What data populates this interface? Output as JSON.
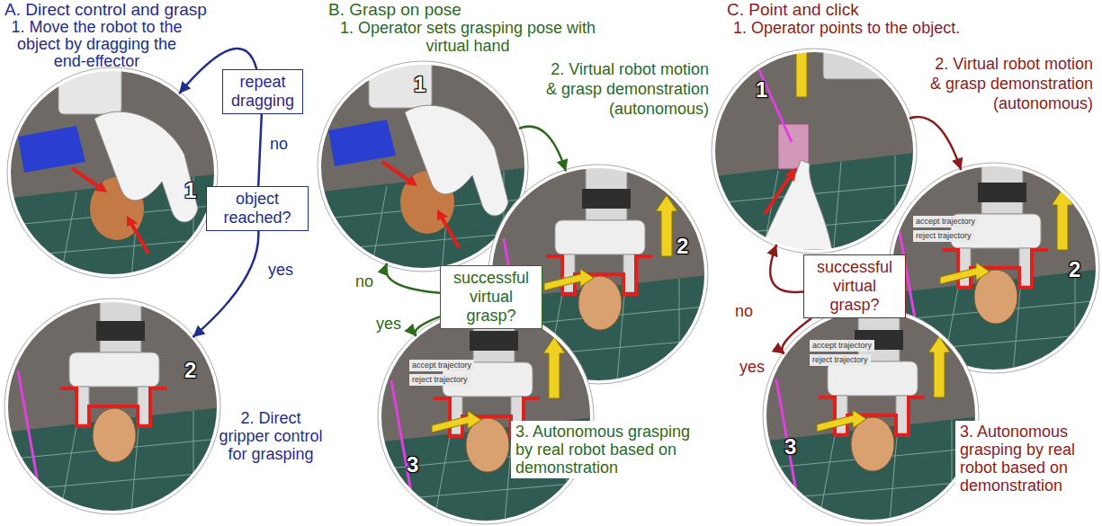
{
  "diagram": {
    "nodes": [
      {
        "text": [
          "1"
        ]
      },
      {
        "text": [
          "2"
        ]
      },
      {
        "text": [
          "repeat dragging"
        ]
      },
      {
        "text": [
          "object reached?"
        ]
      },
      {
        "text": [
          "1"
        ]
      },
      {
        "text": [
          "2"
        ]
      },
      {
        "text": [
          "3"
        ]
      },
      {
        "text": [
          "successful virtual grasp?"
        ]
      },
      {
        "text": [
          "1"
        ]
      },
      {
        "text": [
          "2"
        ]
      },
      {
        "text": [
          "3"
        ]
      },
      {
        "text": [
          "successful virtual grasp?"
        ]
      }
    ],
    "edges": [
      {
        "from": 3,
        "to": 2,
        "label": "no",
        "arrow": "none"
      },
      {
        "from": 2,
        "to": 0,
        "arrow": "to"
      },
      {
        "from": 3,
        "to": 1,
        "label": "yes",
        "arrow": "to"
      },
      {
        "from": 4,
        "to": 5,
        "arrow": "to"
      },
      {
        "from": 7,
        "to": 4,
        "label": "no",
        "arrow": "to"
      },
      {
        "from": 7,
        "to": 6,
        "label": "yes",
        "arrow": "to"
      },
      {
        "from": 8,
        "to": 9,
        "arrow": "to"
      },
      {
        "from": 11,
        "to": 8,
        "label": "no",
        "arrow": "to"
      },
      {
        "from": 11,
        "to": 10,
        "label": "yes",
        "arrow": "to"
      }
    ],
    "labels": [
      "A. Direct control and grasp",
      "1. Move the robot to the object by dragging the end-effector",
      "2. Direct gripper control for grasping",
      "B. Grasp on pose",
      "1. Operator sets grasping pose with virtual hand",
      "2. Virtual robot motion & grasp demonstration (autonomous)",
      "3. Autonomous grasping by real robot based on demonstration",
      "C. Point and click",
      "1. Operator points to the object.",
      "2. Virtual robot motion & grasp demonstration (autonomous)",
      "3. Autonomous grasping by real robot based on demonstration",
      "accept trajectory",
      "reject trajectory",
      "accept trajectory",
      "reject trajectory",
      "accept trajectory",
      "reject trajectory"
    ]
  }
}
